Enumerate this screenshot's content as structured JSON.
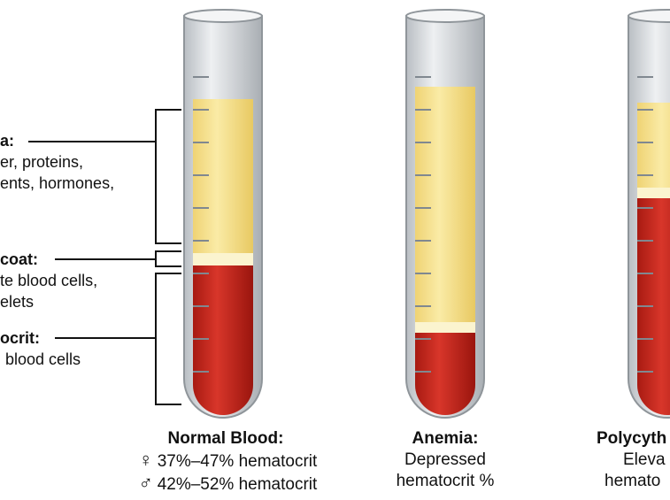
{
  "labels": {
    "plasma": {
      "head": "a:",
      "lines": [
        "er, proteins,",
        "ents, hormones,"
      ]
    },
    "buffy": {
      "head": "coat:",
      "lines": [
        "te blood cells,",
        "elets"
      ]
    },
    "hematocrit": {
      "head": "ocrit:",
      "lines": [
        "blood cells"
      ]
    }
  },
  "tubes": [
    {
      "key": "normal",
      "title": "Normal Blood:",
      "female_symbol": "♀",
      "female_text": "37%–47% hematocrit",
      "male_symbol": "♂",
      "male_text": "42%–52% hematocrit"
    },
    {
      "key": "anemia",
      "title": "Anemia:",
      "line1": "Depressed",
      "line2": "hematocrit %"
    },
    {
      "key": "poly",
      "title": "Polycyth",
      "line1": "Eleva",
      "line2": "hemato"
    }
  ],
  "colors": {
    "plasma": "#f7e48f",
    "buffy": "#fbf4cf",
    "rbc": "#c9241b",
    "glass": "#d9dde0",
    "rim": "#b8bec3"
  }
}
